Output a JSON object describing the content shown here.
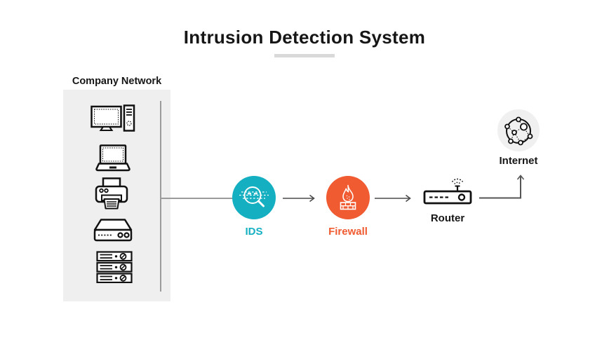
{
  "title": "Intrusion Detection System",
  "colors": {
    "ids_accent": "#14b0c2",
    "firewall_accent": "#f05b31",
    "network_box_bg": "#efefef",
    "internet_circle_bg": "#f0f0f0",
    "title_underline": "#d9d9d9",
    "connector_gray": "#9b9b9b",
    "arrow_dark": "#4a4a4a",
    "text_dark": "#161616"
  },
  "company_network": {
    "label": "Company Network",
    "device_icons": [
      "desktop-computer-icon",
      "laptop-icon",
      "printer-icon",
      "network-switch-icon",
      "server-rack-icon"
    ]
  },
  "flow_nodes": {
    "ids": {
      "label": "IDS"
    },
    "firewall": {
      "label": "Firewall"
    },
    "router": {
      "label": "Router"
    },
    "internet": {
      "label": "Internet"
    }
  }
}
